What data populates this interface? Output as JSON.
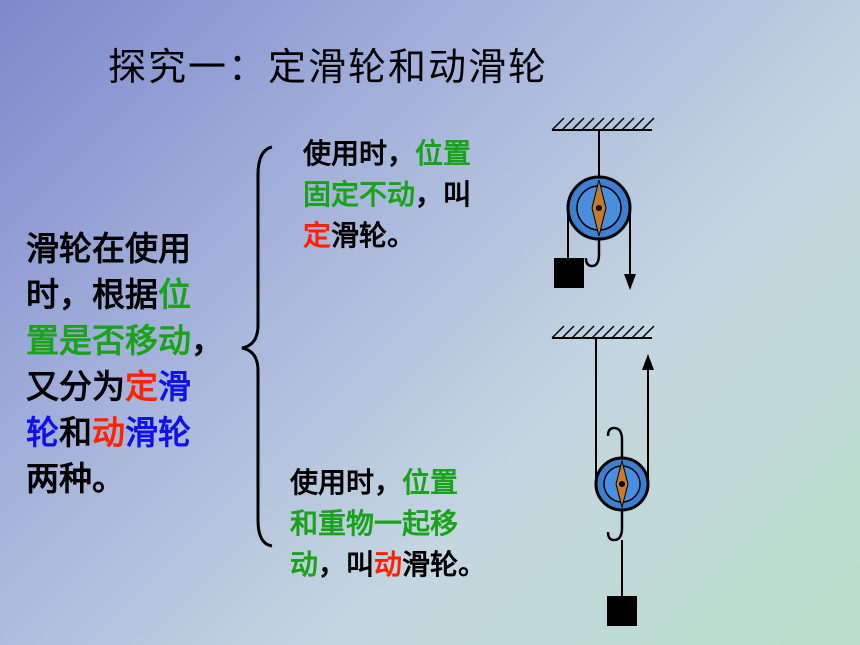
{
  "title": "探究一：定滑轮和动滑轮",
  "left": {
    "p1": "滑轮在使用",
    "p2": "时，根据",
    "p3": "位",
    "p4": "置是否移动",
    "p5": "，",
    "p6": "又分为",
    "p7": "定",
    "p8": "滑",
    "p9": "轮",
    "p10": "和",
    "p11": "动",
    "p12": "滑轮",
    "p13": "两种。"
  },
  "fixed": {
    "a": "使用时，",
    "b": "位置",
    "c": "固定不动",
    "d": "，叫",
    "e": "定",
    "f": "滑轮。"
  },
  "movable": {
    "a": "使用时，",
    "b": "位置",
    "c": "和重物一起移",
    "d": "动",
    "e": "，叫",
    "f": "动",
    "g": "滑轮。"
  },
  "colors": {
    "green": "#1aa31a",
    "red": "#ff2200",
    "blue": "#1010e8",
    "pulley": "#3f7fd0"
  }
}
